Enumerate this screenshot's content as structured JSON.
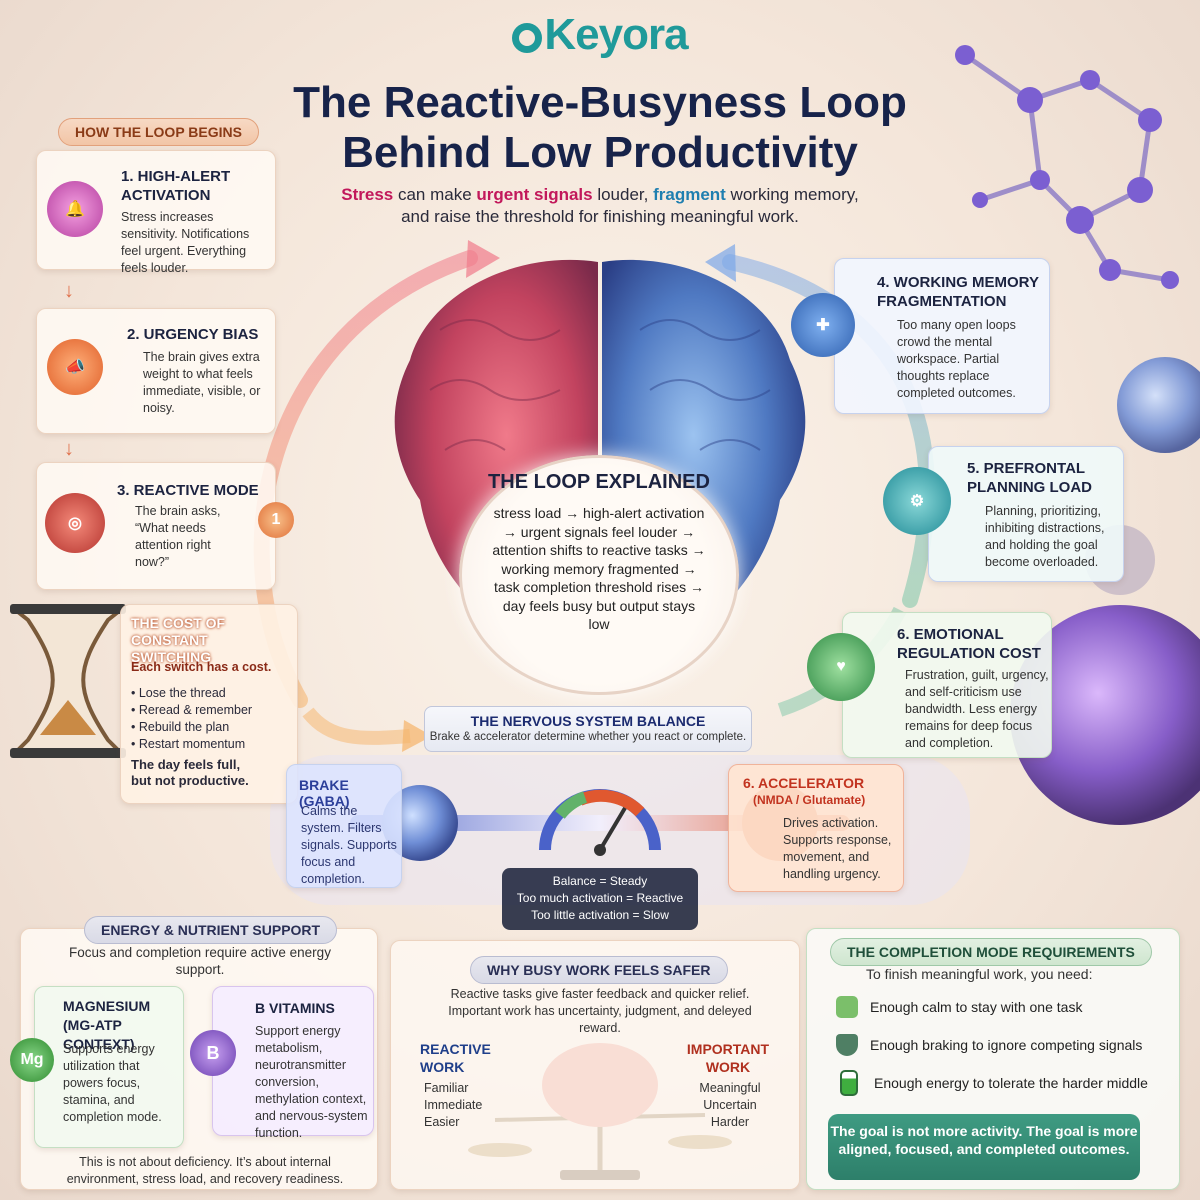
{
  "brand": "Keyora",
  "title_line1": "The Reactive-Busyness Loop",
  "title_line2": "Behind Low Productivity",
  "subtitle": {
    "p1": "Stress",
    "p2": " can make ",
    "p3": "urgent signals",
    "p4": " louder, ",
    "p5": "fragment",
    "p6": " working memory,",
    "p7": "and raise the threshold for finishing meaningful work."
  },
  "loop_begins": "HOW THE LOOP BEGINS",
  "steps": [
    {
      "title": "1. High-Alert Activation",
      "text": "Stress increases sensitivity. Notifications feel urgent. Everything feels louder."
    },
    {
      "title": "2. Urgency Bias",
      "text": "The brain gives extra weight to what feels immediate, visible, or noisy."
    },
    {
      "title": "3. Reactive Mode",
      "text": "The brain asks, “What needs attention right now?”"
    },
    {
      "title": "4. Working Memory Fragmentation",
      "text": "Too many open loops crowd the mental workspace. Partial thoughts replace completed outcomes."
    },
    {
      "title": "5. Prefrontal Planning Load",
      "text": "Planning, prioritizing, inhibiting distractions, and holding the goal become overloaded."
    },
    {
      "title": "6. Emotional Regulation Cost",
      "text": "Frustration, guilt, urgency, and self-criticism use bandwidth. Less energy remains for deep focus and completion."
    }
  ],
  "cost": {
    "title": "THE COST OF CONSTANT SWITCHING",
    "intro": "Each switch has a cost.",
    "items": [
      "Lose the thread",
      "Reread & remember",
      "Rebuild the plan",
      "Restart momentum"
    ],
    "footer": "The day feels full, but not productive."
  },
  "loop": {
    "title": "THE LOOP EXPLAINED",
    "text": "stress load → high-alert activation → urgent signals feel louder → attention shifts to reactive tasks → working memory fragmented → task completion threshold rises → day feels busy but output stays low"
  },
  "nervous": {
    "title": "THE NERVOUS SYSTEM BALANCE",
    "subtitle": "Brake & accelerator determine whether you react or complete.",
    "brake_title": "BRAKE (GABA)",
    "brake_text": "Calms the system. Filters signals. Supports focus and completion.",
    "accel_title": "6. ACCELERATOR",
    "accel_sub": "(NMDA / Glutamate)",
    "accel_text": "Drives activation. Supports response, movement, and handling urgency.",
    "balance": [
      "Balance = Steady",
      "Too much activation = Reactive",
      "Too little activation = Slow"
    ],
    "marker": "1"
  },
  "energy": {
    "title": "ENERGY & NUTRIENT SUPPORT",
    "intro": "Focus and completion require active energy support.",
    "mg_title": "MAGNESIUM (Mg-ATP CONTEXT)",
    "mg_text": "Supports energy utilization that powers focus, stamina, and completion mode.",
    "mg_icon": "Mg",
    "b_title": "B VITAMINS",
    "b_text": "Support energy metabolism, neurotransmitter conversion, methylation context, and nervous-system function.",
    "b_icon": "B",
    "footer": "This is not about deficiency. It’s about internal environment, stress load, and recovery readiness."
  },
  "busy": {
    "title": "WHY BUSY WORK FEELS SAFER",
    "text": "Reactive tasks give faster feedback and quicker relief. Important work has uncertainty, judgment, and deleyed reward.",
    "reactive_title": "REACTIVE WORK",
    "reactive_items": [
      "Familiar",
      "Immediate",
      "Easier"
    ],
    "important_title": "IMPORTANT WORK",
    "important_items": [
      "Meaningful",
      "Uncertain",
      "Harder"
    ]
  },
  "completion": {
    "title": "THE COMPLETION MODE REQUIREMENTS",
    "intro": "To finish meaningful work, you need:",
    "items": [
      "Enough calm to stay with one task",
      "Enough braking to ignore competing signals",
      "Enough energy to tolerate the harder middle"
    ],
    "goal": "The goal is not more activity. The goal is more aligned, focused, and completed outcomes."
  },
  "colors": {
    "accent_teal": "#1f9a9a",
    "navy": "#17234a",
    "warm": "#e0704a",
    "cool": "#4a7fd0",
    "purple": "#7b4fc7",
    "green": "#3f9b82"
  }
}
